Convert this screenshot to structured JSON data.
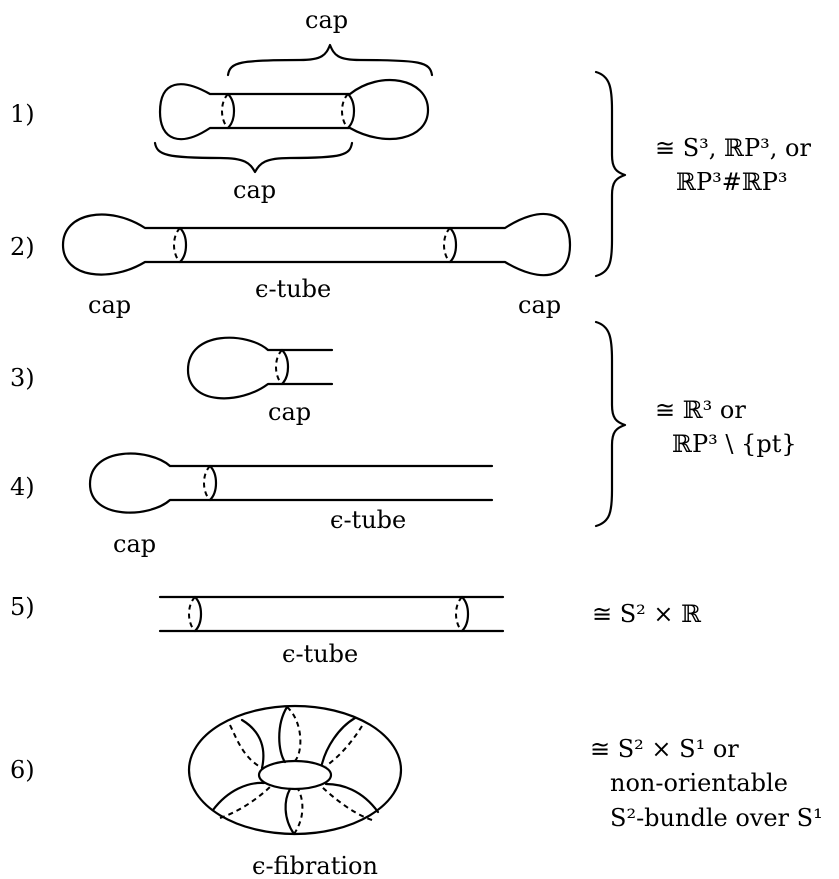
{
  "rows": [
    {
      "number": "1)",
      "labels": {
        "top": "cap",
        "bottom": "cap"
      }
    },
    {
      "number": "2)",
      "labels": {
        "left": "cap",
        "middle": "ϵ-tube",
        "right": "cap"
      }
    },
    {
      "number": "3)",
      "labels": {
        "cap": "cap"
      }
    },
    {
      "number": "4)",
      "labels": {
        "cap": "cap",
        "tube": "ϵ-tube"
      }
    },
    {
      "number": "5)",
      "labels": {
        "tube": "ϵ-tube"
      }
    },
    {
      "number": "6)",
      "labels": {
        "fibration": "ϵ-fibration"
      }
    }
  ],
  "results": {
    "group_1_2": [
      "≅ S³, ℝP³, or",
      "ℝP³#ℝP³"
    ],
    "group_3_4": [
      "≅ ℝ³ or",
      "ℝP³ \\ {pt}"
    ],
    "row_5": "≅ S² × ℝ",
    "row_6": [
      "≅ S² × S¹ or",
      "non-orientable",
      "S²-bundle over S¹"
    ]
  }
}
